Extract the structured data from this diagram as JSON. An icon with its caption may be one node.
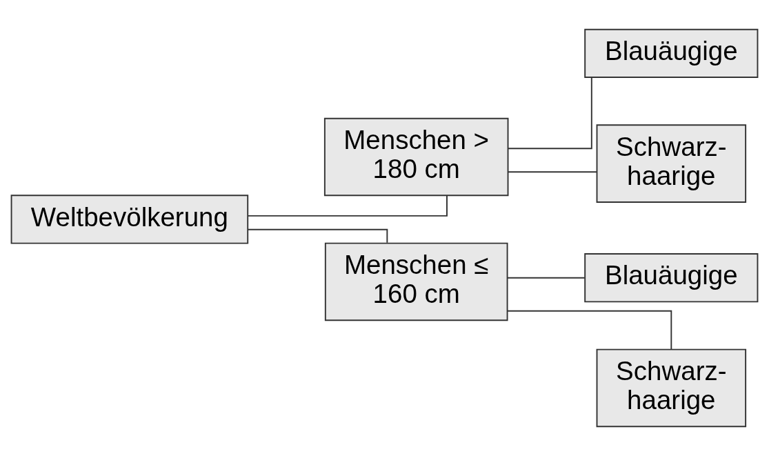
{
  "diagram": {
    "nodes": [
      {
        "text": [
          "Weltbevölkerung"
        ]
      },
      {
        "text": [
          "Menschen > 180 cm"
        ]
      },
      {
        "text": [
          "Blauäugige"
        ]
      },
      {
        "text": [
          "Schwarz- haarige"
        ]
      },
      {
        "text": [
          "Menschen ≤ 160 cm"
        ]
      },
      {
        "text": [
          "Blauäugige"
        ]
      },
      {
        "text": [
          "Schwarz- haarige"
        ]
      }
    ],
    "edges": [
      {
        "from": 0,
        "to": 1,
        "arrow": "none"
      },
      {
        "from": 0,
        "to": 4,
        "arrow": "none"
      },
      {
        "from": 1,
        "to": 2,
        "arrow": "none"
      },
      {
        "from": 1,
        "to": 3,
        "arrow": "none"
      },
      {
        "from": 4,
        "to": 5,
        "arrow": "none"
      },
      {
        "from": 4,
        "to": 6,
        "arrow": "none"
      }
    ]
  }
}
